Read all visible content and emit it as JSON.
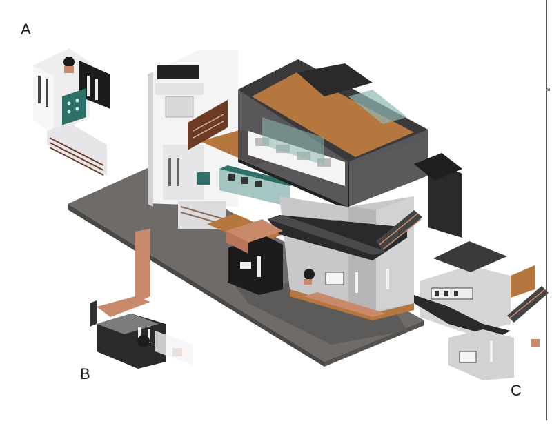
{
  "labels": {
    "a": "A",
    "b": "B",
    "c": "C",
    "edge": "B"
  },
  "colors": {
    "floor": "#6e6b68",
    "floor_edge": "#4a4846",
    "wall_white": "#f2f2f2",
    "wall_light": "#d6d6d8",
    "wall_mid": "#b8b8bb",
    "roof_dark": "#3a3a3c",
    "roof_frame": "#2a2a2a",
    "glass": "#8fb8b3",
    "wood": "#b5773e",
    "copper": "#c98a6c",
    "teal": "#2f6f6a",
    "black": "#1c1c1c"
  }
}
